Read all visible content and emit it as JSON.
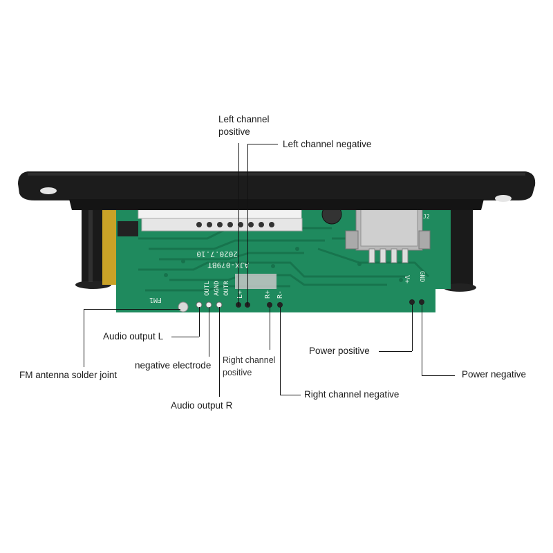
{
  "board": {
    "silkscreen_model": "AJX-0?9BT",
    "silkscreen_date": "2020.7.10",
    "pads": {
      "fm": "FM1",
      "outl": "OUTL",
      "agnd": "AGND",
      "outr": "OUTR",
      "l_plus": "L+",
      "l_minus": "L-",
      "r_plus": "R+",
      "r_minus": "R-",
      "v_plus": "V+",
      "gnd": "GND",
      "usb": "J2"
    }
  },
  "callouts": {
    "left_channel_positive": "Left channel\npositive",
    "left_channel_negative": "Left channel negative",
    "audio_output_l": "Audio output L",
    "fm_antenna": "FM antenna solder joint",
    "negative_electrode": "negative electrode",
    "right_channel_positive": "Right channel\npositive",
    "audio_output_r": "Audio output R",
    "right_channel_negative": "Right channel negative",
    "power_positive": "Power positive",
    "power_negative": "Power negative"
  },
  "colors": {
    "pcb": "#1f8a5e",
    "pcb_trace": "#17724c",
    "bezel": "#1c1c1c",
    "silkscreen": "#e8f2ea"
  }
}
